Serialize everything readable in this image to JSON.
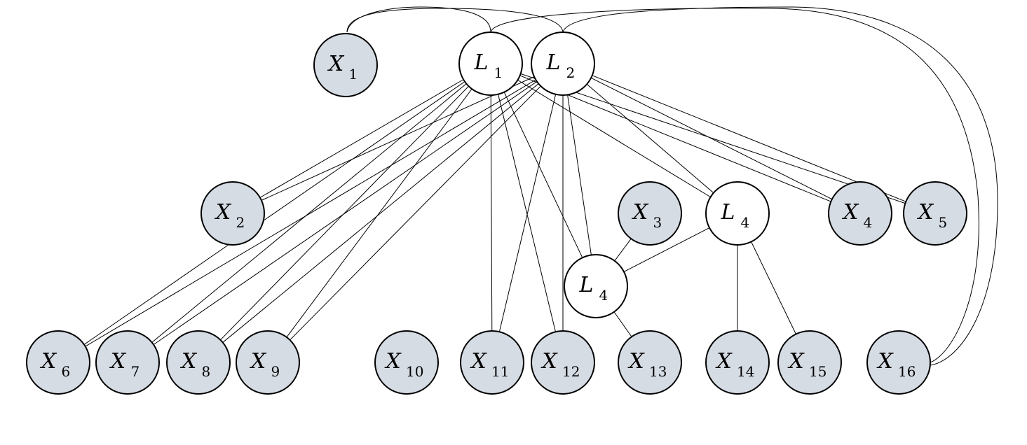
{
  "diagram": {
    "node_fill": {
      "observed": "#d6dce4",
      "latent": "#ffffff"
    },
    "nodes": [
      {
        "id": "X1",
        "letter": "X",
        "sub": "1",
        "kind": "observed"
      },
      {
        "id": "L1",
        "letter": "L",
        "sub": "1",
        "kind": "latent"
      },
      {
        "id": "L2",
        "letter": "L",
        "sub": "2",
        "kind": "latent"
      },
      {
        "id": "X2",
        "letter": "X",
        "sub": "2",
        "kind": "observed"
      },
      {
        "id": "X3",
        "letter": "X",
        "sub": "3",
        "kind": "observed"
      },
      {
        "id": "L4a",
        "letter": "L",
        "sub": "4",
        "kind": "latent"
      },
      {
        "id": "X4",
        "letter": "X",
        "sub": "4",
        "kind": "observed"
      },
      {
        "id": "X5",
        "letter": "X",
        "sub": "5",
        "kind": "observed"
      },
      {
        "id": "L4b",
        "letter": "L",
        "sub": "4",
        "kind": "latent"
      },
      {
        "id": "X6",
        "letter": "X",
        "sub": "6",
        "kind": "observed"
      },
      {
        "id": "X7",
        "letter": "X",
        "sub": "7",
        "kind": "observed"
      },
      {
        "id": "X8",
        "letter": "X",
        "sub": "8",
        "kind": "observed"
      },
      {
        "id": "X9",
        "letter": "X",
        "sub": "9",
        "kind": "observed"
      },
      {
        "id": "X10",
        "letter": "X",
        "sub": "10",
        "kind": "observed"
      },
      {
        "id": "X11",
        "letter": "X",
        "sub": "11",
        "kind": "observed"
      },
      {
        "id": "X12",
        "letter": "X",
        "sub": "12",
        "kind": "observed"
      },
      {
        "id": "X13",
        "letter": "X",
        "sub": "13",
        "kind": "observed"
      },
      {
        "id": "X14",
        "letter": "X",
        "sub": "14",
        "kind": "observed"
      },
      {
        "id": "X15",
        "letter": "X",
        "sub": "15",
        "kind": "observed"
      },
      {
        "id": "X16",
        "letter": "X",
        "sub": "16",
        "kind": "observed"
      }
    ],
    "edges": [
      [
        "L1",
        "X2"
      ],
      [
        "L1",
        "X6"
      ],
      [
        "L1",
        "X7"
      ],
      [
        "L1",
        "X8"
      ],
      [
        "L1",
        "X9"
      ],
      [
        "L1",
        "X11"
      ],
      [
        "L1",
        "X12"
      ],
      [
        "L1",
        "L4b"
      ],
      [
        "L1",
        "L4a"
      ],
      [
        "L1",
        "X4"
      ],
      [
        "L1",
        "X5"
      ],
      [
        "L2",
        "X2"
      ],
      [
        "L2",
        "X6"
      ],
      [
        "L2",
        "X7"
      ],
      [
        "L2",
        "X8"
      ],
      [
        "L2",
        "X9"
      ],
      [
        "L2",
        "X11"
      ],
      [
        "L2",
        "X12"
      ],
      [
        "L2",
        "L4b"
      ],
      [
        "L2",
        "L4a"
      ],
      [
        "L2",
        "X4"
      ],
      [
        "L2",
        "X5"
      ],
      [
        "X3",
        "L4b"
      ],
      [
        "L4a",
        "L4b"
      ],
      [
        "L4b",
        "X13"
      ],
      [
        "L4a",
        "X14"
      ],
      [
        "L4a",
        "X15"
      ]
    ],
    "curved_edges": [
      [
        "X1",
        "L2"
      ],
      [
        "X1",
        "L1"
      ],
      [
        "L1",
        "X16"
      ],
      [
        "L2",
        "X16"
      ]
    ]
  }
}
